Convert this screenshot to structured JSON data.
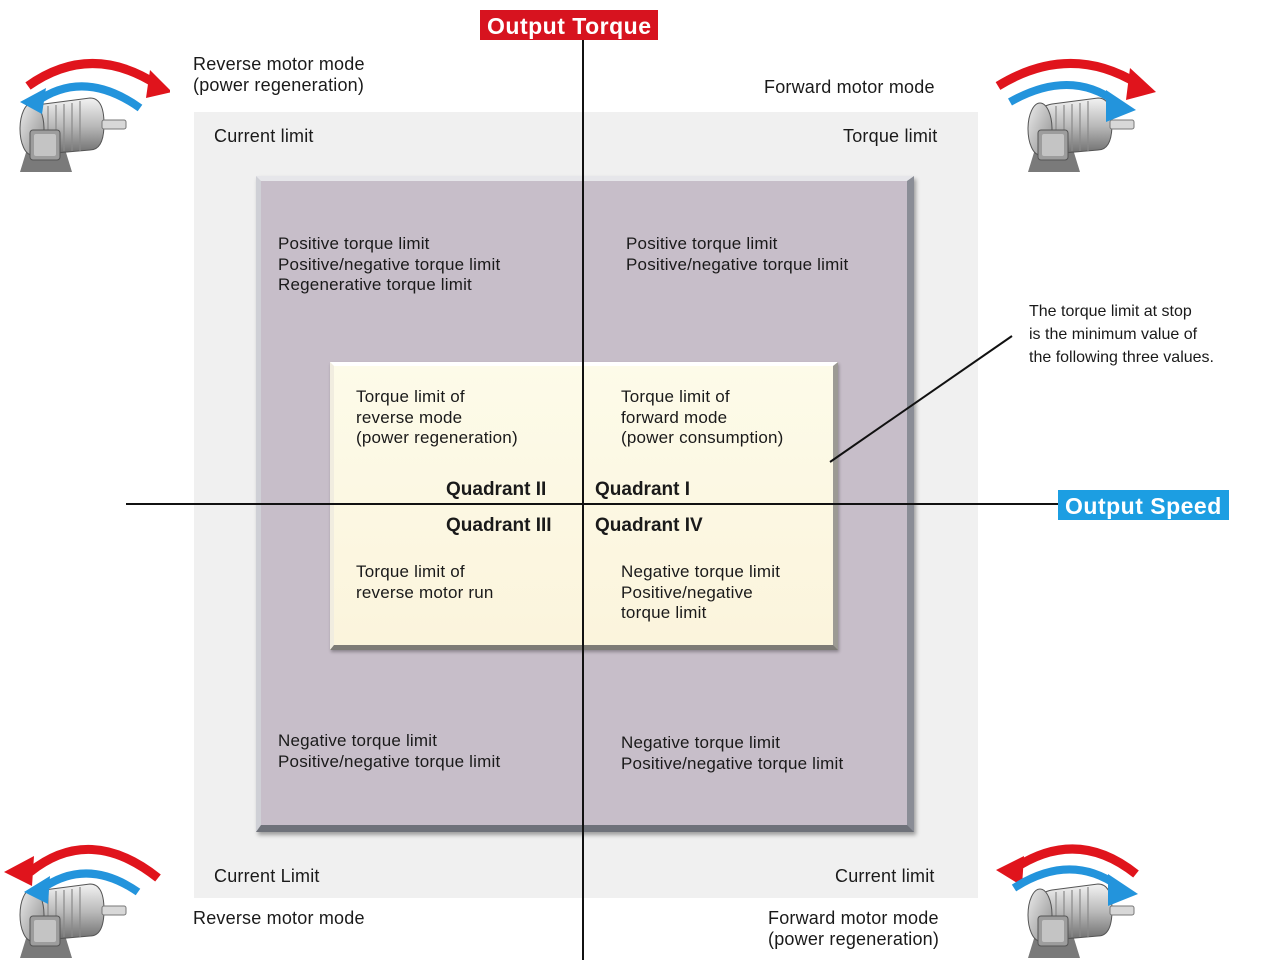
{
  "axes": {
    "torque_label": "Output Torque",
    "speed_label": "Output Speed"
  },
  "corners": {
    "top_left_mode": "Reverse motor  mode\n(power regeneration)",
    "top_right_mode": "Forward motor mode",
    "bottom_left_mode": "Reverse motor mode",
    "bottom_right_mode": "Forward motor mode\n(power regeneration)"
  },
  "outer_limits": {
    "top_left": "Current limit",
    "top_right": "Torque limit",
    "bottom_left": "Current Limit",
    "bottom_right": "Current limit"
  },
  "middle_limits": {
    "top_left": "Positive torque limit\nPositive/negative torque limit\nRegenerative torque limit",
    "top_right": "Positive torque limit\nPositive/negative torque limit",
    "bottom_left": "Negative torque limit\nPositive/negative torque limit",
    "bottom_right": "Negative torque limit\nPositive/negative torque limit"
  },
  "inner_limits": {
    "quadrant_2": "Torque limit of\nreverse mode\n(power regeneration)",
    "quadrant_1": "Torque limit of\nforward mode\n(power consumption)",
    "quadrant_3": "Torque limit of\nreverse motor run",
    "quadrant_4": "Negative torque limit\nPositive/negative\ntorque limit"
  },
  "quadrants": {
    "q1": "Quadrant I",
    "q2": "Quadrant II",
    "q3": "Quadrant III",
    "q4": "Quadrant IV"
  },
  "callout_note": "The torque limit at stop\nis the minimum value of\nthe following three values.",
  "colors": {
    "torque_accent": "#d7131f",
    "speed_accent": "#1c9ee2",
    "arrow_red": "#e0141c",
    "arrow_blue": "#2394dc"
  },
  "icons": {
    "motor": "electric-motor-icon",
    "rotation_arrows": "rotation-direction-arrows"
  }
}
